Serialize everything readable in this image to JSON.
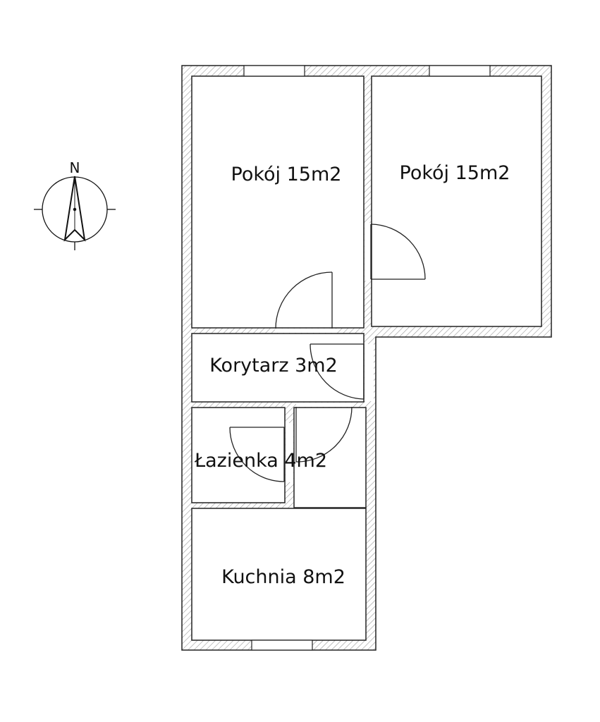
{
  "compass": {
    "north_label": "N",
    "icon": "north-arrow-icon"
  },
  "rooms": [
    {
      "id": "room-1",
      "label": "Pokój 15m2"
    },
    {
      "id": "room-2",
      "label": "Pokój 15m2"
    },
    {
      "id": "corridor",
      "label": "Korytarz 3m2"
    },
    {
      "id": "bathroom",
      "label": "Łazienka 4m2"
    },
    {
      "id": "kitchen",
      "label": "Kuchnia 8m2"
    }
  ],
  "colors": {
    "wall_line": "#222222",
    "hatch": "#9a9a9a",
    "background": "#ffffff"
  }
}
